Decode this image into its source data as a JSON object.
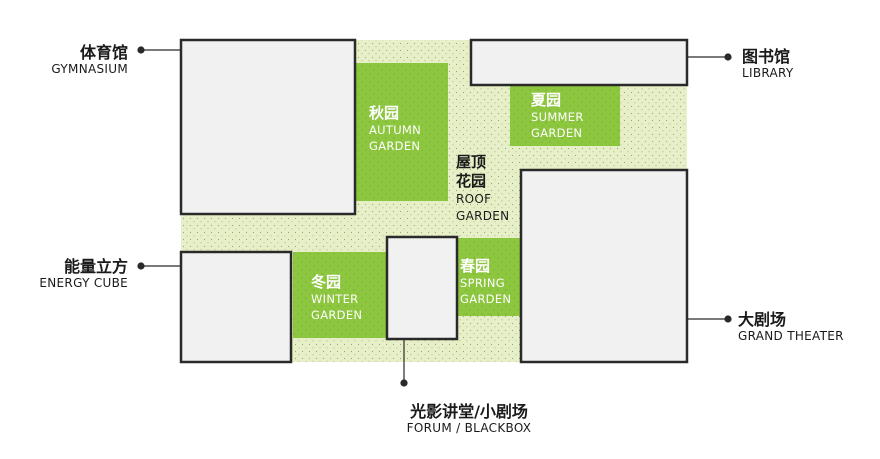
{
  "labels": {
    "gymnasium": {
      "cn": "体育馆",
      "en": "GYMNASIUM"
    },
    "library": {
      "cn": "图书馆",
      "en": "LIBRARY"
    },
    "energy_cube": {
      "cn": "能量立方",
      "en": "ENERGY CUBE"
    },
    "grand_theater": {
      "cn": "大剧场",
      "en": "GRAND THEATER"
    },
    "forum": {
      "cn": "光影讲堂/小剧场",
      "en": "FORUM / BLACKBOX"
    }
  },
  "gardens": {
    "autumn": {
      "cn": "秋园",
      "en1": "AUTUMN",
      "en2": "GARDEN"
    },
    "summer": {
      "cn": "夏园",
      "en1": "SUMMER",
      "en2": "GARDEN"
    },
    "winter": {
      "cn": "冬园",
      "en1": "WINTER",
      "en2": "GARDEN"
    },
    "spring": {
      "cn": "春园",
      "en1": "SPRING",
      "en2": "GARDEN"
    },
    "roof": {
      "cn1": "屋顶",
      "cn2": "花园",
      "en1": "ROOF",
      "en2": "GARDEN"
    }
  },
  "colors": {
    "roof_fill": "#e6efc8",
    "garden_fill": "#8dc63f",
    "building_fill": "#f1f1f1",
    "outline": "#2a2a2a"
  }
}
